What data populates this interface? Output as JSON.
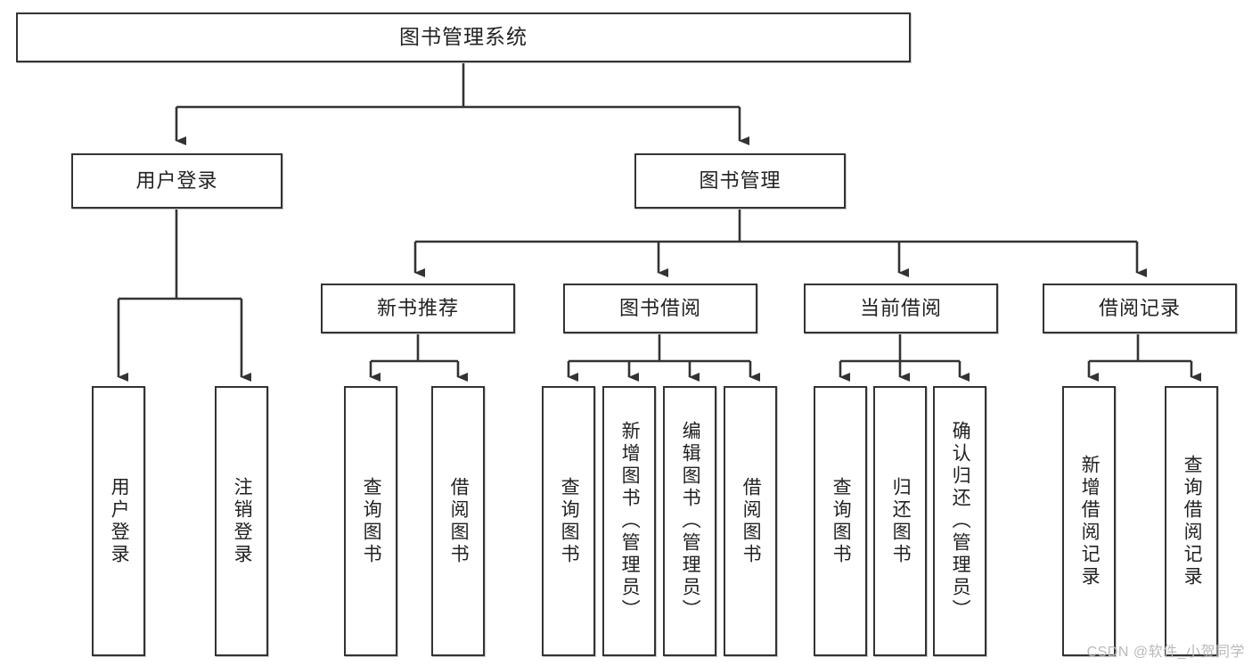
{
  "diagram": {
    "title": "图书管理系统",
    "watermark": "CSDN @软件_小贺同学",
    "colors": {
      "border": "#333333",
      "background": "#ffffff",
      "text": "#222222",
      "connector": "#333333",
      "watermark": "#b9b9b9"
    },
    "nodes": {
      "root": "图书管理系统",
      "level1": [
        "用户登录",
        "图书管理"
      ],
      "level2": [
        "新书推荐",
        "图书借阅",
        "当前借阅",
        "借阅记录"
      ],
      "leaves": {
        "user_login": [
          "用户登录",
          "注销登录"
        ],
        "new_book_recommend": [
          "查询图书",
          "借阅图书"
        ],
        "book_borrow": [
          "查询图书",
          "新增图书（管理员）",
          "编辑图书（管理员）",
          "借阅图书"
        ],
        "current_borrow": [
          "查询图书",
          "归还图书",
          "确认归还（管理员）"
        ],
        "borrow_record": [
          "新增借阅记录",
          "查询借阅记录"
        ]
      }
    }
  }
}
